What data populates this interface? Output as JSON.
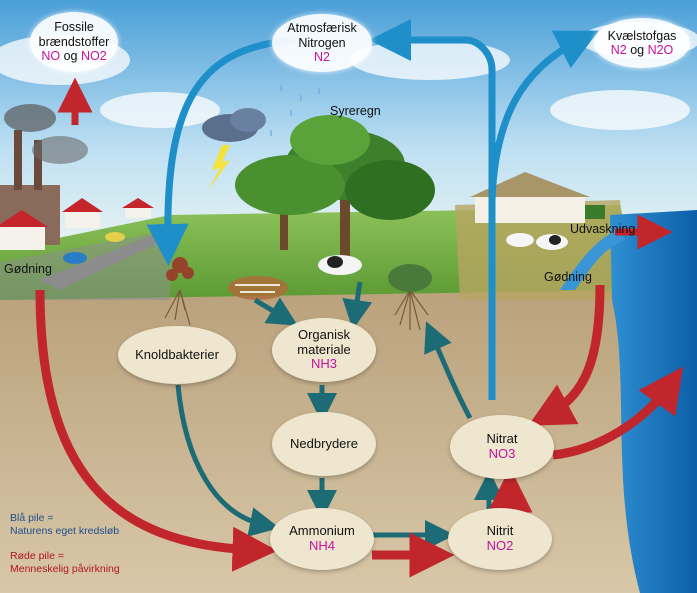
{
  "nodes": {
    "fossile": {
      "line1": "Fossile",
      "line2": "brændstoffer",
      "chem_a": "NO",
      "joiner": "og",
      "chem_b": "NO2"
    },
    "atmosfaerisk": {
      "line1": "Atmosfærisk",
      "line2": "Nitrogen",
      "chem": "N2"
    },
    "kvaelstofgas": {
      "line1": "Kvælstofgas",
      "chem_a": "N2",
      "joiner": "og",
      "chem_b": "N2O"
    },
    "knoldbakterier": {
      "label": "Knoldbakterier"
    },
    "organisk": {
      "line1": "Organisk",
      "line2": "materiale",
      "chem": "NH3"
    },
    "nedbrydere": {
      "label": "Nedbrydere"
    },
    "ammonium": {
      "label": "Ammonium",
      "chem": "NH4"
    },
    "nitrit": {
      "label": "Nitrit",
      "chem": "NO2"
    },
    "nitrat": {
      "label": "Nitrat",
      "chem": "NO3"
    }
  },
  "labels": {
    "syreregn": "Syreregn",
    "godning_left": "Gødning",
    "godning_right": "Gødning",
    "udvaskning": "Udvaskning"
  },
  "legend": {
    "blue_line1": "Blå pile =",
    "blue_line2": "Naturens eget kredsløb",
    "red_line1": "Røde pile =",
    "red_line2": "Menneskelig påvirkning"
  },
  "colors": {
    "blue_arrow": "#1e8fc9",
    "teal_arrow": "#1d6b74",
    "red_arrow": "#c0262b",
    "chem_text": "#c4139d",
    "soil": "#cbb79a",
    "grass": "#7ab24a",
    "sea": "#1f7fc4"
  }
}
